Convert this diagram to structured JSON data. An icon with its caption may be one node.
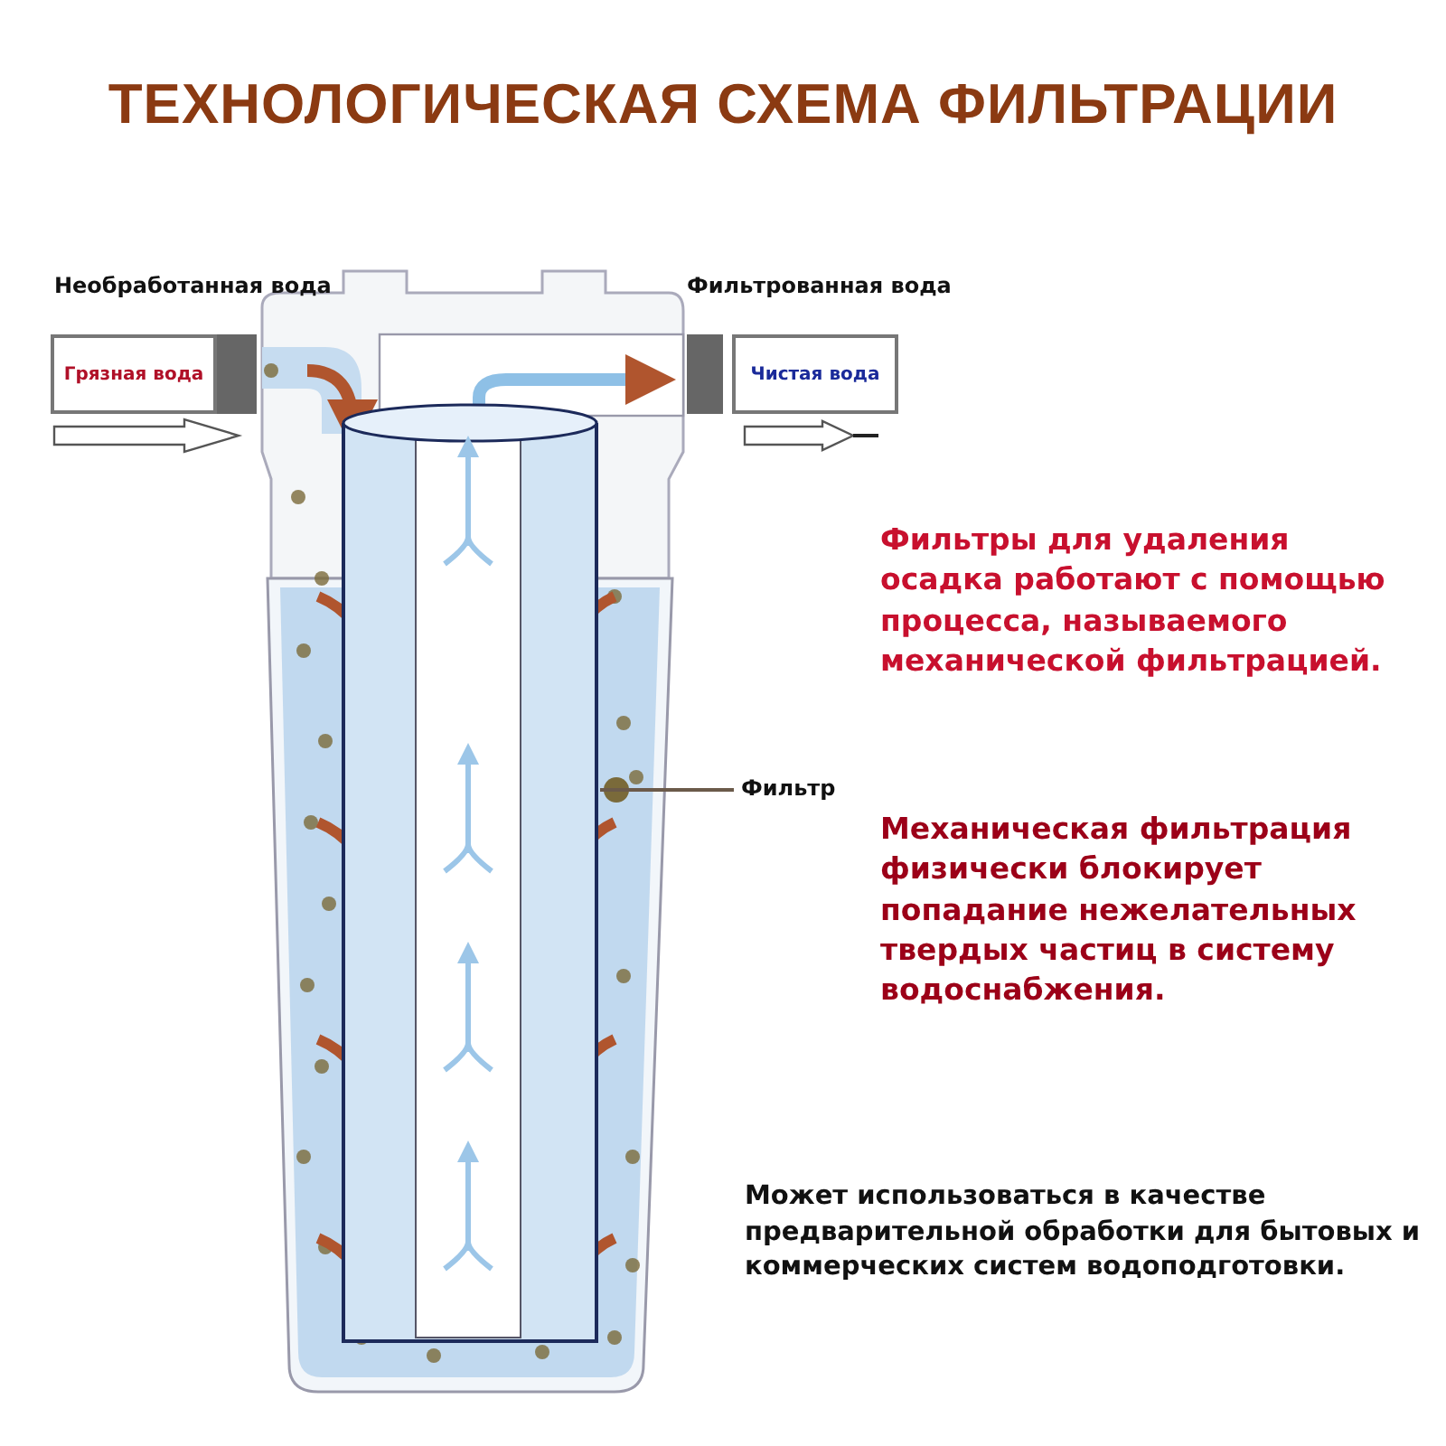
{
  "diagram": {
    "title": "ТЕХНОЛОГИЧЕСКАЯ СХЕМА ФИЛЬТРАЦИИ",
    "nodes": [
      {
        "text": [
          "Грязная вода"
        ]
      },
      {
        "text": [
          "Чистая вода"
        ]
      },
      {
        "text": [
          "Фильтр"
        ]
      },
      {
        "text": [],
        "shape": "cylinder"
      }
    ],
    "edges": [
      {
        "from": 2,
        "to": 3,
        "arrow": "none"
      }
    ],
    "labels": [
      "Необработанная вода",
      "Фильтрованная вода",
      "Фильтры для удаления осадка работают с помощью процесса, называемого механической фильтрацией.",
      "Механическая фильтрация физически блокирует попадание нежелательных твердых частиц в систему водоснабжения.",
      "Может использоваться в качестве предварительной обработки для бытовых и коммерческих систем водоподготовки."
    ]
  }
}
